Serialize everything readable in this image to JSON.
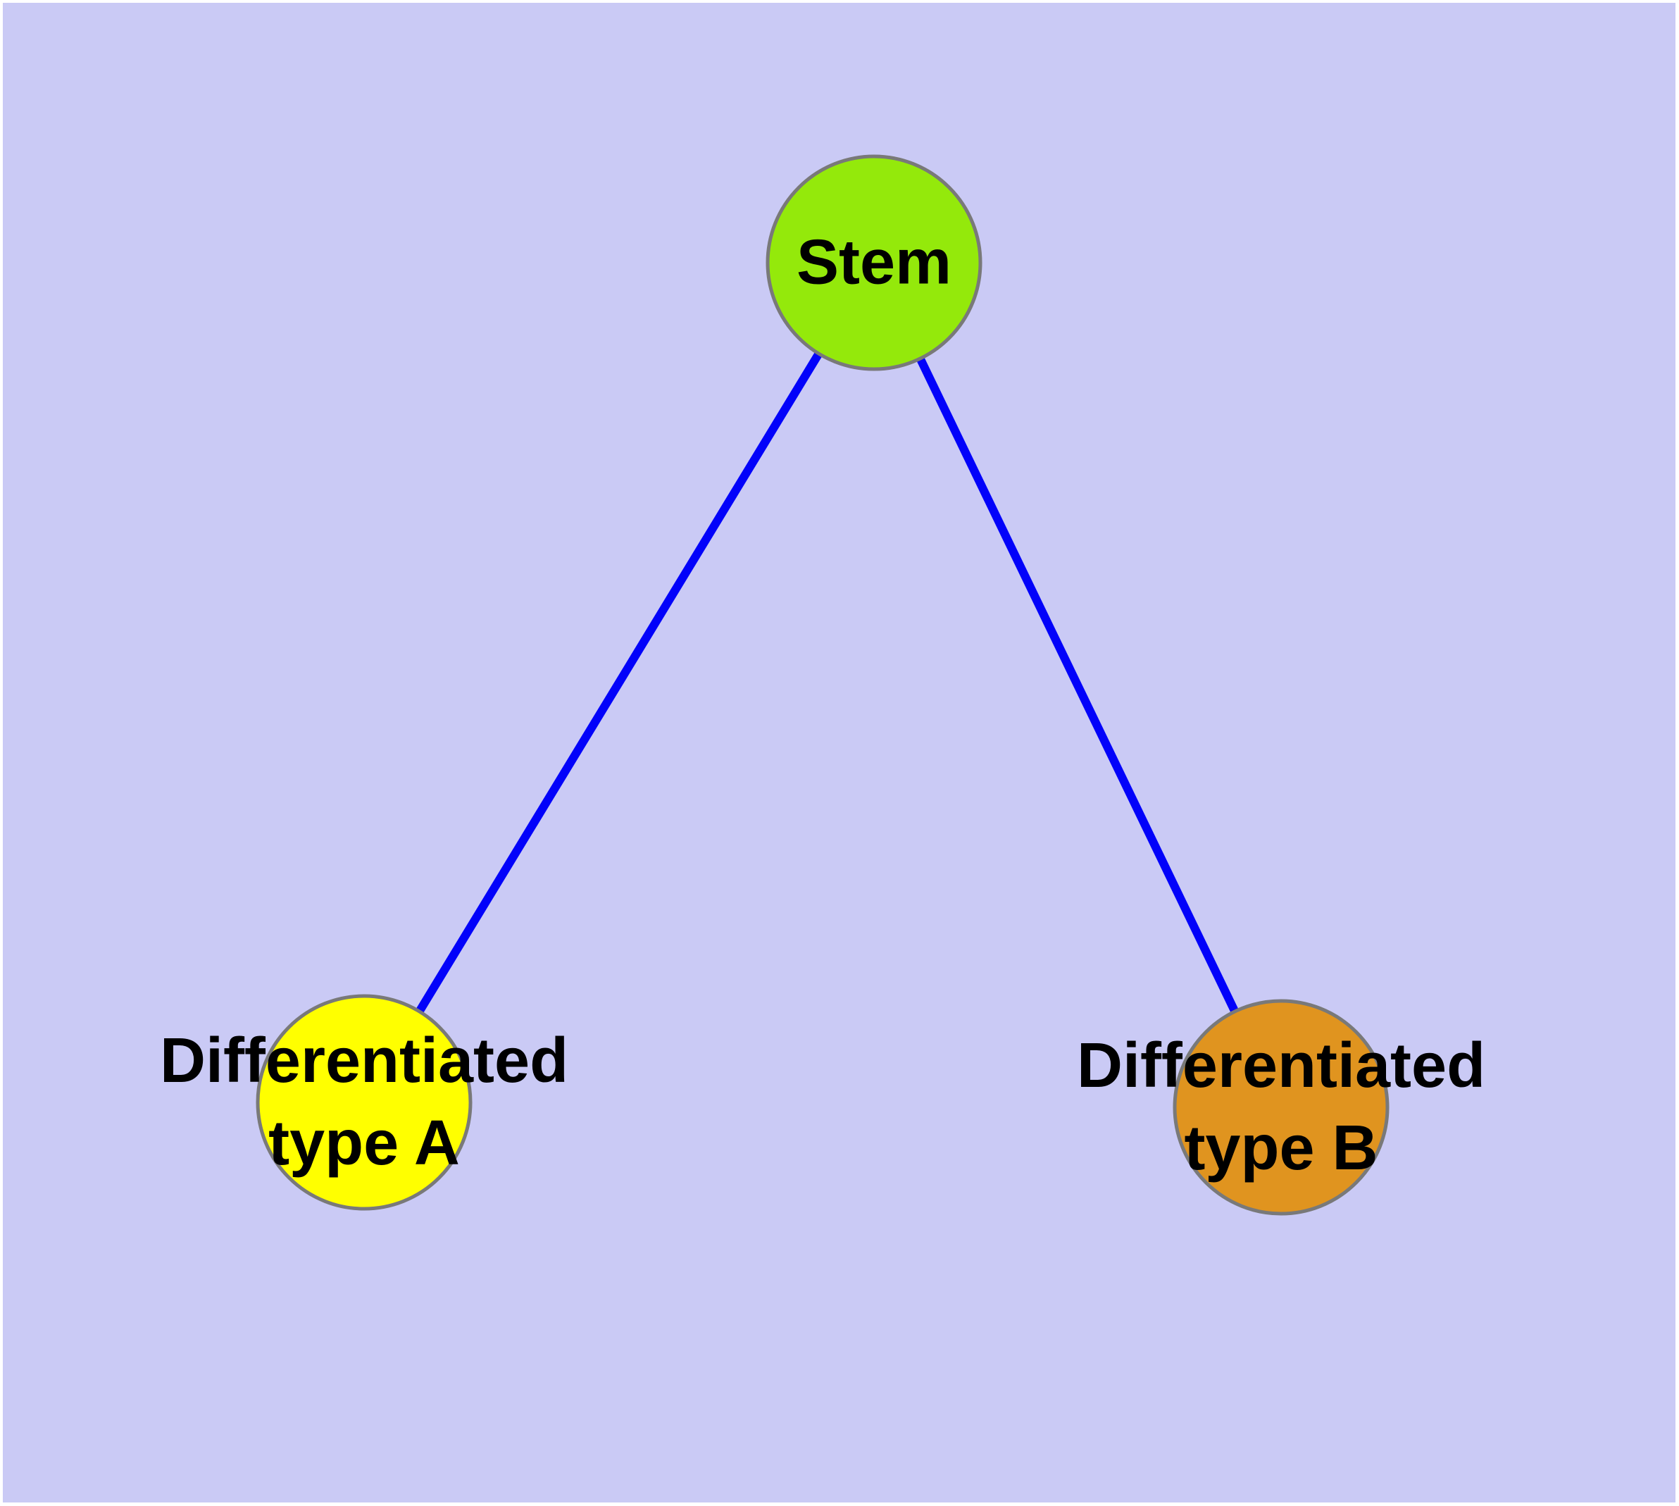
{
  "diagram": {
    "background_color": "#CACAF5",
    "margin_color": "#FFFFFF",
    "label_color": "#000000",
    "node_border_color": "#797979",
    "edge_color": "#0202FA",
    "nodes": [
      {
        "id": "stem",
        "label": "Stem",
        "fill": "#94E90B"
      },
      {
        "id": "differentiated-type-a",
        "label_line1": "Differentiated",
        "label_line2": "type A",
        "fill": "#FFFF00"
      },
      {
        "id": "differentiated-type-b",
        "label_line1": "Differentiated",
        "label_line2": "type B",
        "fill": "#E0941F"
      }
    ],
    "edges": [
      {
        "from": "Stem",
        "to": "Differentiated type A"
      },
      {
        "from": "Stem",
        "to": "Differentiated type B"
      }
    ]
  }
}
